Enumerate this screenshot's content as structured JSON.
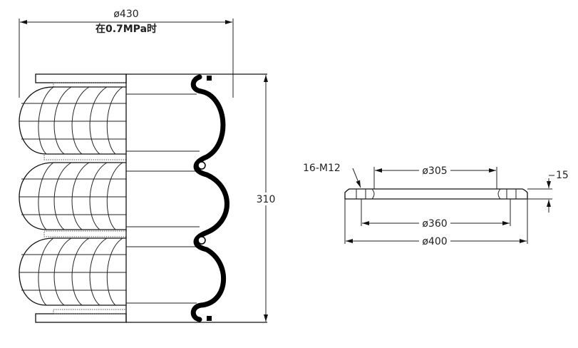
{
  "bellows": {
    "diameter_label": "ø430",
    "pressure_note": "在0.7MPa时",
    "height_label": "310"
  },
  "flange": {
    "bolt_label": "16-M12",
    "inner_diameter_label": "ø305",
    "bolt_circle_label": "ø360",
    "outer_diameter_label": "ø400",
    "thickness_label": "15"
  }
}
